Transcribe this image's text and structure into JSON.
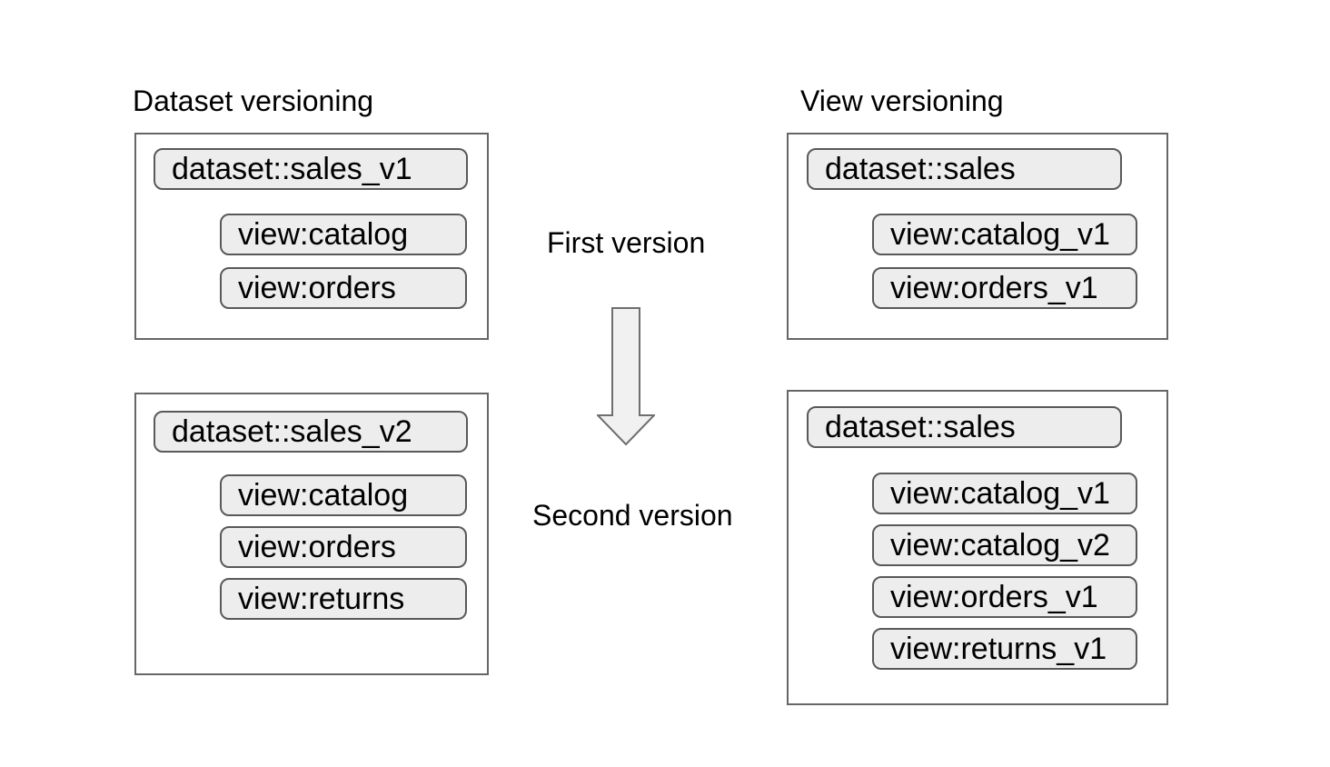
{
  "diagram": {
    "dataset_column": {
      "title": "Dataset versioning",
      "first_version_box": {
        "dataset_label": "dataset::sales_v1",
        "views": [
          "view:catalog",
          "view:orders"
        ]
      },
      "second_version_box": {
        "dataset_label": "dataset::sales_v2",
        "views": [
          "view:catalog",
          "view:orders",
          "view:returns"
        ]
      }
    },
    "view_column": {
      "title": "View versioning",
      "first_version_box": {
        "dataset_label": "dataset::sales",
        "views": [
          "view:catalog_v1",
          "view:orders_v1"
        ]
      },
      "second_version_box": {
        "dataset_label": "dataset::sales",
        "views": [
          "view:catalog_v1",
          "view:catalog_v2",
          "view:orders_v1",
          "view:returns_v1"
        ]
      }
    },
    "middle": {
      "first_label": "First version",
      "second_label": "Second version",
      "arrow_direction": "down"
    }
  },
  "colors": {
    "pill_fill": "#ededed",
    "pill_border": "#595959",
    "box_border": "#666666",
    "box_fill": "#ffffff",
    "arrow_fill": "#f1f1f1",
    "arrow_stroke": "#6e6e6e",
    "text": "#000000",
    "background": "#ffffff"
  }
}
